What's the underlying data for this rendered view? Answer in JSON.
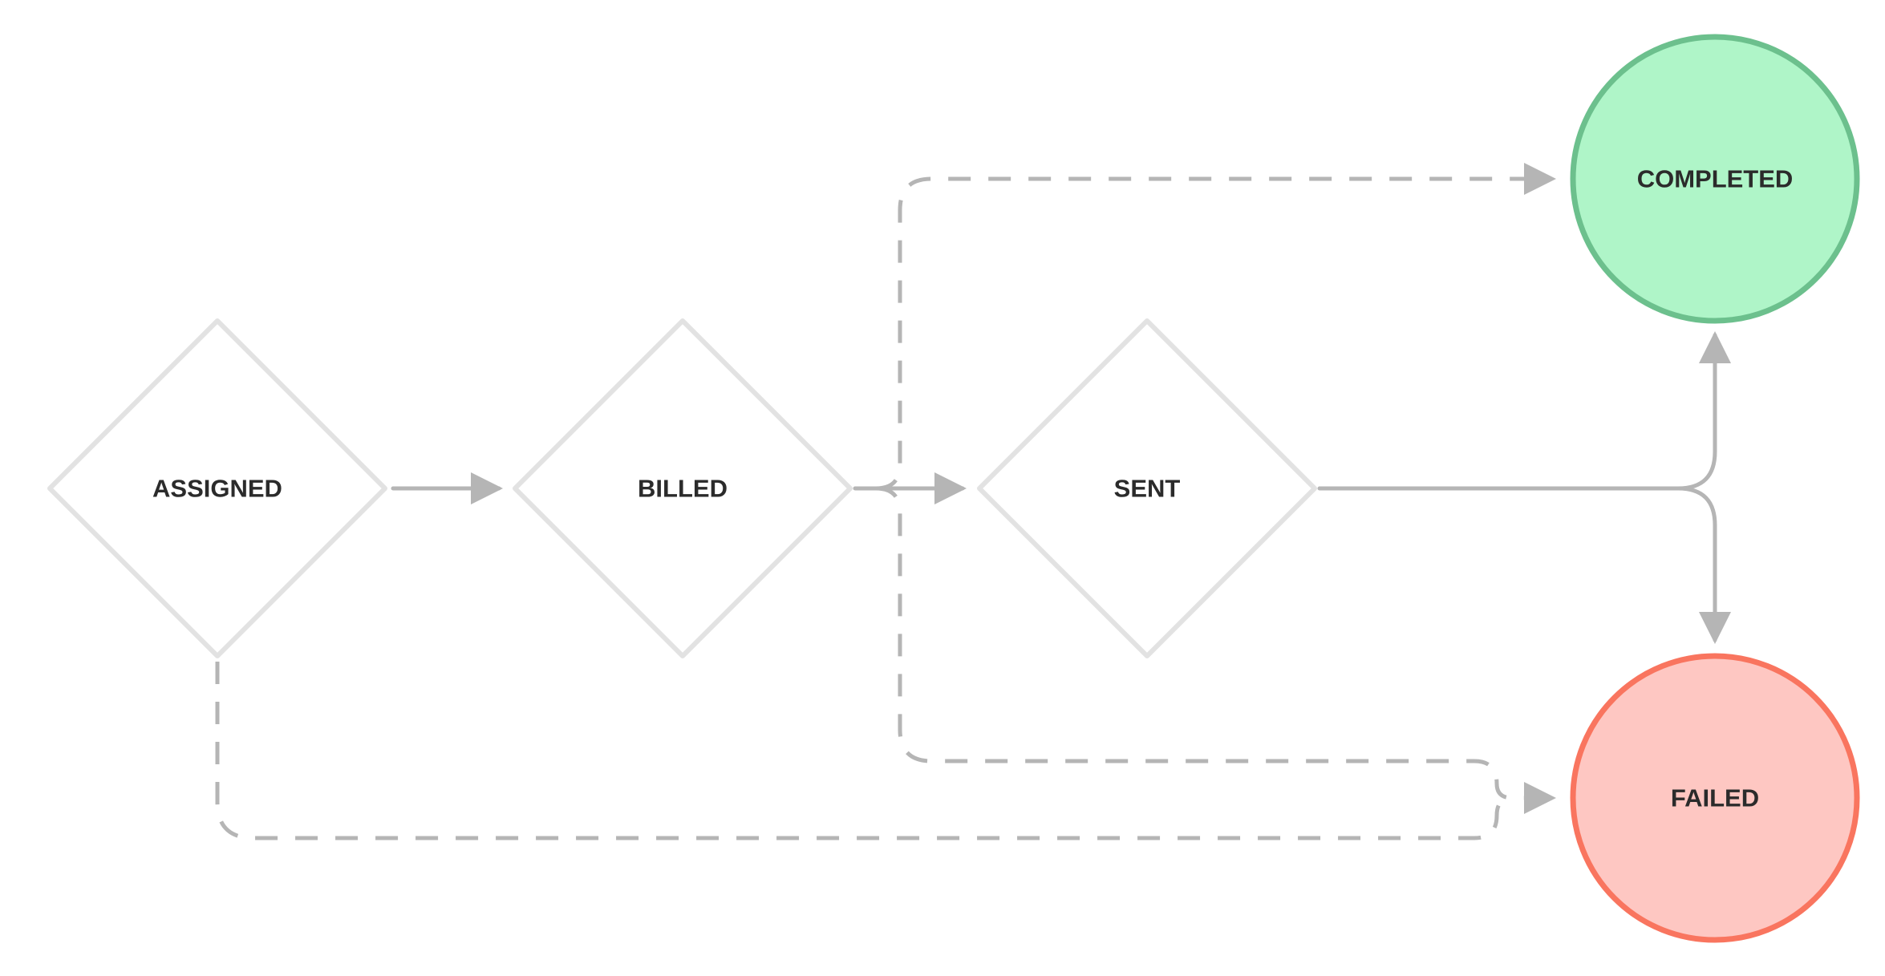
{
  "diagram": {
    "type": "state-flow",
    "colors": {
      "diamond_stroke": "#e2e2e2",
      "edge": "#b5b5b5",
      "completed_fill": "#aff5c8",
      "completed_stroke": "#6cc08d",
      "failed_fill": "#fec7c2",
      "failed_stroke": "#f9755f",
      "label": "#2b2b2b"
    },
    "nodes": {
      "assigned": {
        "label": "ASSIGNED",
        "shape": "diamond"
      },
      "billed": {
        "label": "BILLED",
        "shape": "diamond"
      },
      "sent": {
        "label": "SENT",
        "shape": "diamond"
      },
      "completed": {
        "label": "COMPLETED",
        "shape": "circle"
      },
      "failed": {
        "label": "FAILED",
        "shape": "circle"
      }
    },
    "edges": [
      {
        "from": "assigned",
        "to": "billed",
        "style": "solid"
      },
      {
        "from": "billed",
        "to": "sent",
        "style": "solid"
      },
      {
        "from": "sent",
        "to": "completed",
        "style": "solid"
      },
      {
        "from": "sent",
        "to": "failed",
        "style": "solid"
      },
      {
        "from": "billed",
        "to": "completed",
        "style": "dashed"
      },
      {
        "from": "billed",
        "to": "failed",
        "style": "dashed"
      },
      {
        "from": "assigned",
        "to": "failed",
        "style": "dashed"
      }
    ]
  }
}
